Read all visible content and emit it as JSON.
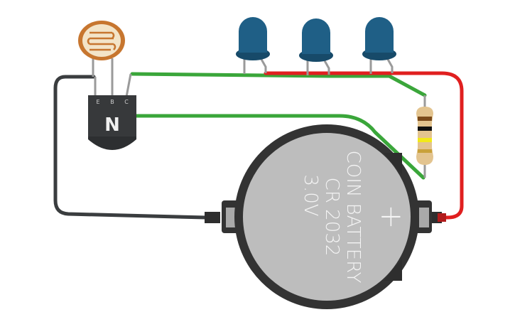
{
  "transistor": {
    "type_label": "N",
    "pins": [
      "C",
      "B",
      "E"
    ]
  },
  "battery": {
    "line1": "COIN BATTERY",
    "line2": "CR 2032",
    "line3": "3.0V",
    "polarity": "+"
  },
  "colors": {
    "wire_black": "#3a3d3f",
    "wire_green": "#3aa63a",
    "wire_red": "#e01f1f",
    "led_body": "#1f5f86",
    "photoresistor": "#c7762f",
    "resistor_body": "#e3c48f",
    "battery_holder": "#333333",
    "battery_cell": "#bdbdbd"
  },
  "components": [
    "photoresistor-icon",
    "npn-transistor-icon",
    "blue-led-icon",
    "resistor-icon",
    "coin-battery-icon"
  ]
}
